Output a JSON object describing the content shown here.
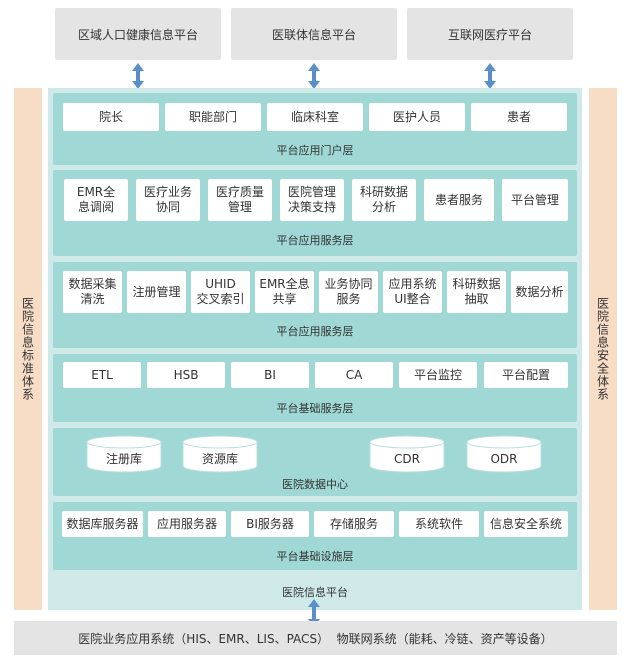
{
  "top_systems": [
    "区域人口健康信息平台",
    "医联体信息平台",
    "互联网医疗平台"
  ],
  "left_pillar": "医院信息标准体系",
  "right_pillar": "医院信息安全体系",
  "portal_layer": {
    "items": [
      "院长",
      "职能部门",
      "临床科室",
      "医护人员",
      "患者"
    ],
    "label": "平台应用门户层"
  },
  "service_layer_1": {
    "items": [
      "EMR全\n息调阅",
      "医疗业务\n协同",
      "医疗质量\n管理",
      "医院管理\n决策支持",
      "科研数据\n分析",
      "患者服务",
      "平台管理"
    ],
    "label": "平台应用服务层"
  },
  "service_layer_2": {
    "items": [
      "数据采集\n清洗",
      "注册管理",
      "UHID\n交叉索引",
      "EMR全息\n共享",
      "业务协同\n服务",
      "应用系统\nUI整合",
      "科研数据\n抽取",
      "数据分析"
    ],
    "label": "平台应用服务层"
  },
  "base_service_layer": {
    "items": [
      "ETL",
      "HSB",
      "BI",
      "CA",
      "平台监控",
      "平台配置"
    ],
    "label": "平台基础服务层"
  },
  "data_center": {
    "items": [
      "注册库",
      "资源库",
      "CDR",
      "ODR"
    ],
    "label": "医院数据中心"
  },
  "infra_layer": {
    "items": [
      "数据库服务器",
      "应用服务器",
      "BI服务器",
      "存储服务",
      "系统软件",
      "信息安全系统"
    ],
    "label": "平台基础设施层"
  },
  "platform_label": "医院信息平台",
  "bottom_bar": "医院业务应用系统（HIS、EMR、LIS、PACS）  物联网系统（能耗、冷链、资产等设备）",
  "colors": {
    "teal_layer": "#9fd8d5",
    "light_teal": "#cfe9e9",
    "peach": "#f7dcc6",
    "gray": "#e4e4e4",
    "arrow_blue": "#5b8fc9"
  }
}
